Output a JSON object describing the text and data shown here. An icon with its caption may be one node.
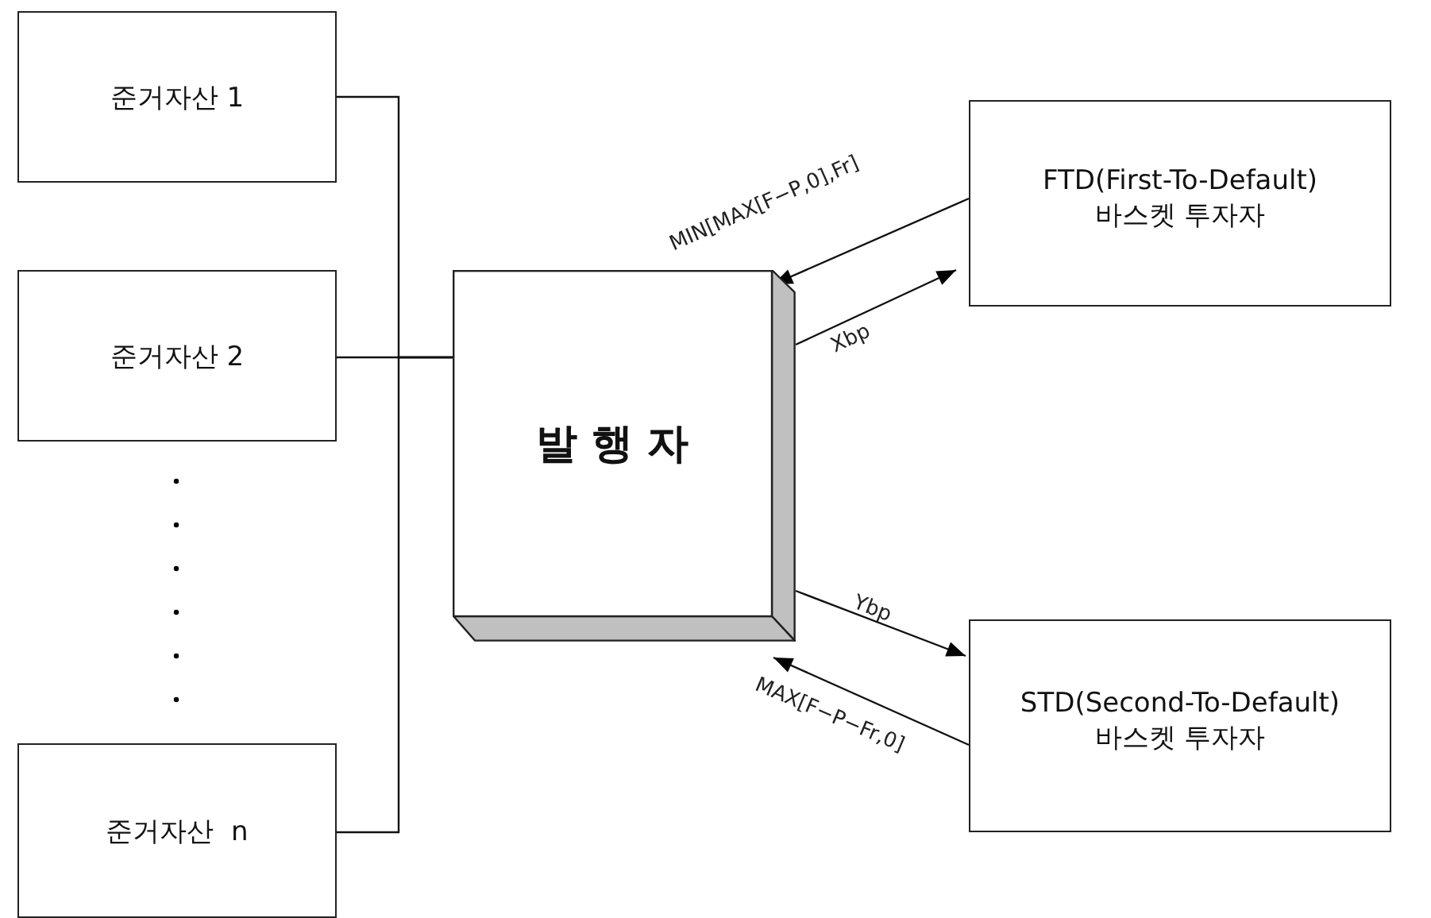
{
  "diagram": {
    "nodes": [
      {
        "text": [
          "준거자산 1"
        ]
      },
      {
        "text": [
          "준거자산 2"
        ]
      },
      {
        "text": [
          "준거자산  n"
        ]
      },
      {
        "text": [
          "발 행 자"
        ]
      },
      {
        "text": [
          "FTD(First-To-Default)",
          "바스켓 투자자"
        ]
      },
      {
        "text": [
          "STD(Second-To-Default)",
          "바스켓 투자자"
        ]
      }
    ],
    "edges": [
      {
        "from": 0,
        "to": 3,
        "arrow": "none"
      },
      {
        "from": 1,
        "to": 3,
        "arrow": "none"
      },
      {
        "from": 2,
        "to": 3,
        "arrow": "none"
      },
      {
        "from": 4,
        "to": 3,
        "arrow": "to",
        "label": "MIN[MAX[F−P,0],Fr]"
      },
      {
        "from": 3,
        "to": 4,
        "arrow": "to",
        "label": "Xbp"
      },
      {
        "from": 3,
        "to": 5,
        "arrow": "to",
        "label": "Ybp"
      },
      {
        "from": 5,
        "to": 3,
        "arrow": "to",
        "label": "MAX[F−P−Fr,0]"
      }
    ]
  }
}
